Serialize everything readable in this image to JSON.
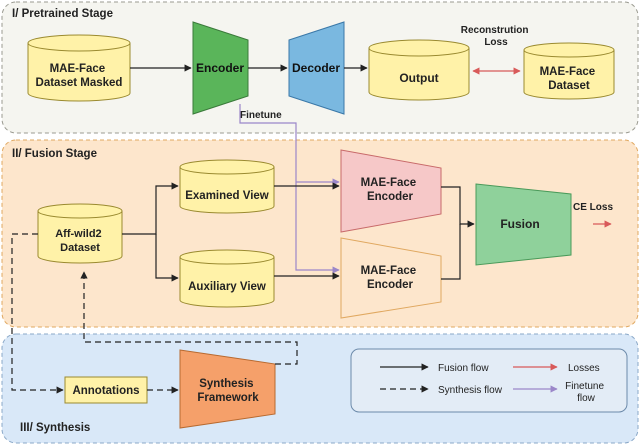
{
  "stages": {
    "pretrained": "I/ Pretrained Stage",
    "fusion": "II/ Fusion Stage",
    "synthesis": "III/ Synthesis"
  },
  "nodes": {
    "mae_masked": [
      "MAE-Face",
      "Dataset Masked"
    ],
    "encoder": "Encoder",
    "decoder": "Decoder",
    "output": "Output",
    "mae_dataset": [
      "MAE-Face",
      "Dataset"
    ],
    "affwild": [
      "Aff-wild2",
      "Dataset"
    ],
    "examined_view": "Examined View",
    "auxiliary_view": "Auxiliary View",
    "mae_encoder_top": [
      "MAE-Face",
      "Encoder"
    ],
    "mae_encoder_bottom": [
      "MAE-Face",
      "Encoder"
    ],
    "fusion": "Fusion",
    "annotations": "Annotations",
    "synthesis_framework": [
      "Synthesis",
      "Framework"
    ]
  },
  "labels": {
    "reconstruction_loss": [
      "Reconstrution",
      "Loss"
    ],
    "finetune": "Finetune",
    "ce_loss": "CE Loss"
  },
  "legend": {
    "fusion_flow": "Fusion flow",
    "synthesis_flow": "Synthesis flow",
    "losses": "Losses",
    "finetune_flow": [
      "Finetune",
      "flow"
    ]
  },
  "colors": {
    "pretrained_bg": "#f5f5f0",
    "fusion_bg": "#fde6cc",
    "synthesis_bg": "#d9e8f8",
    "cylinder": "#fff2a8",
    "encoder": "#5ab55a",
    "decoder": "#7ab8e0",
    "mae_encoder_top": "#f6c8c8",
    "mae_encoder_bottom": "#fde6cc",
    "fusion": "#8fd19b",
    "synthesis_framework": "#f5a06a",
    "finetune_arrow": "#9b87c9",
    "loss_arrow": "#d85a5a"
  }
}
